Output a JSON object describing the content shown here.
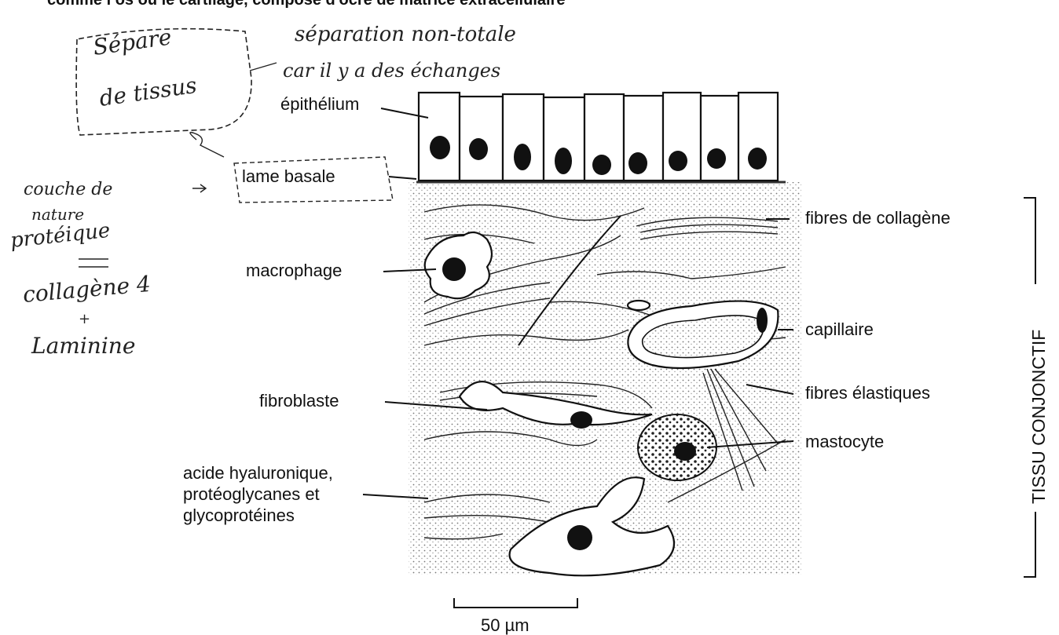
{
  "header": {
    "cut_text": "comme i os ou le cartilage, composé d'ocre de matrice extracellulaire"
  },
  "handwritten": {
    "box_line1": "Sépare",
    "box_line2": "de tissus",
    "note_line1": "séparation non-totale",
    "note_line2": "car il y a des échanges",
    "left_line1": "couche de",
    "left_line2": "nature",
    "left_line3": "protéique",
    "left_line4": "collagène 4",
    "left_line5": "+",
    "left_line6": "Laminine"
  },
  "labels": {
    "epithelium": "épithélium",
    "lame_basale": "lame basale",
    "fibres_collagene": "fibres de collagène",
    "macrophage": "macrophage",
    "capillaire": "capillaire",
    "fibres_elastiques": "fibres élastiques",
    "fibroblaste": "fibroblaste",
    "mastocyte": "mastocyte",
    "matrix_line1": "acide hyaluronique,",
    "matrix_line2": "protéoglycanes et",
    "matrix_line3": "glycoprotéines",
    "tissu_conjonctif": "TISSU CONJONCTIF",
    "scale": "50 µm"
  }
}
